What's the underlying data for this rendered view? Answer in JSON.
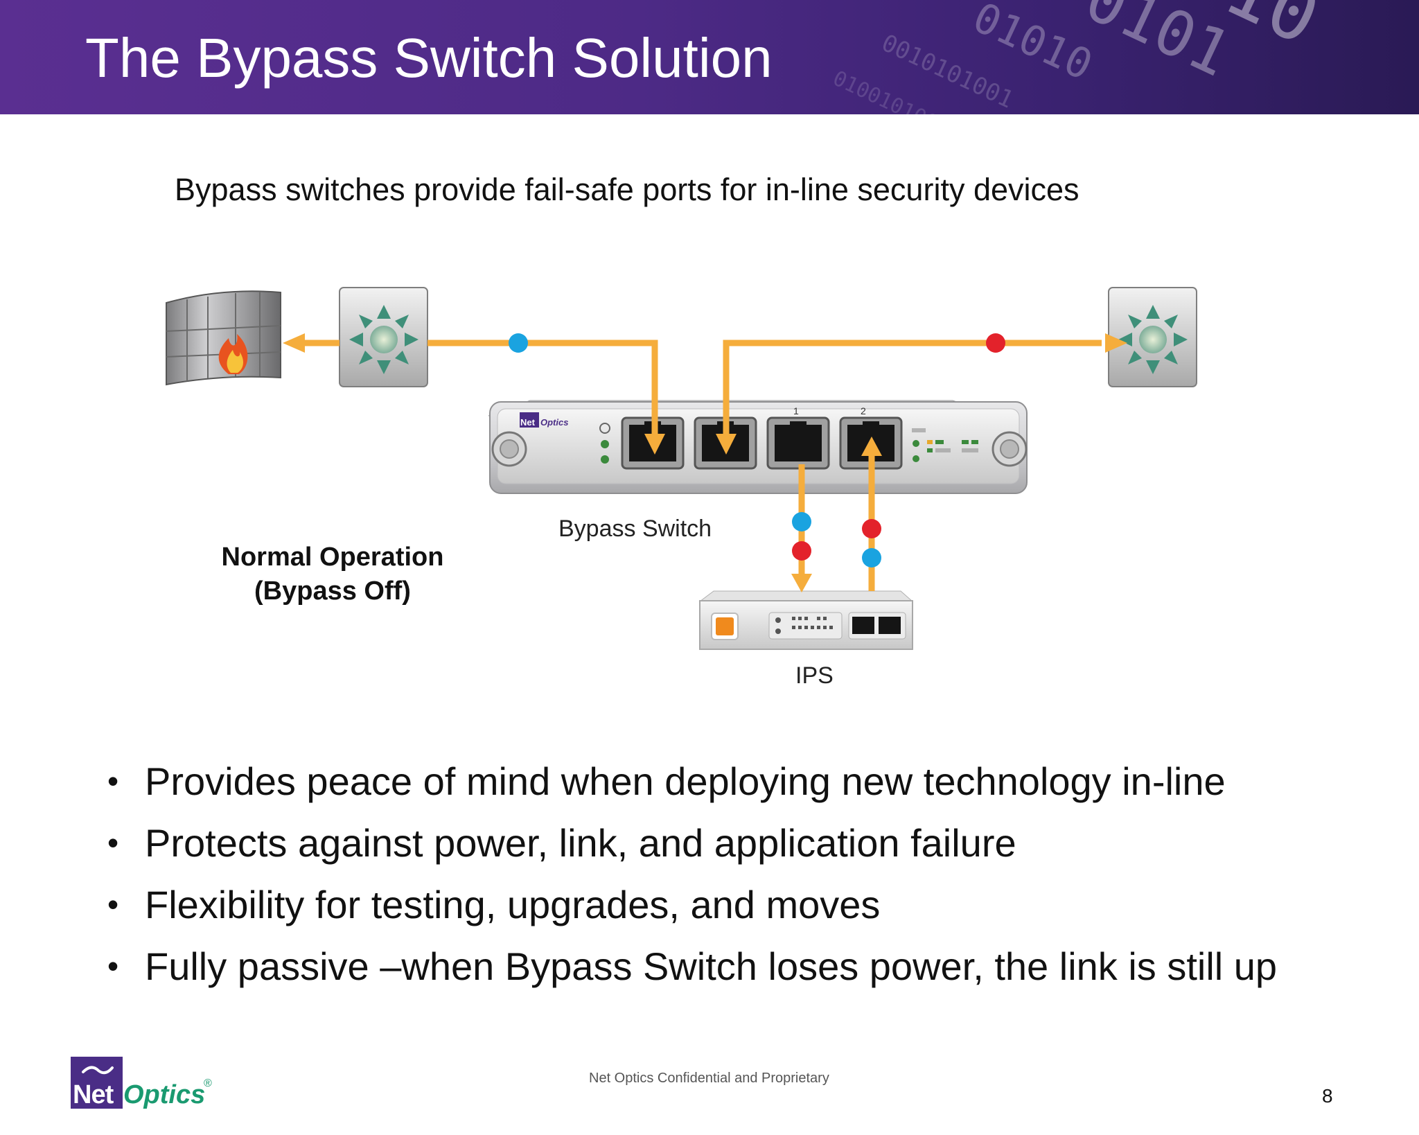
{
  "header": {
    "title": "The Bypass Switch Solution"
  },
  "subtitle": "Bypass switches provide fail-safe ports for in-line security devices",
  "diagram": {
    "bypass_switch_label": "Bypass Switch",
    "ips_label": "IPS",
    "mode_label_line1": "Normal Operation",
    "mode_label_line2": "(Bypass Off)",
    "port_numbers": [
      "1",
      "2"
    ],
    "device_brand_net": "Net",
    "device_brand_optics": "Optics",
    "colors": {
      "flow_arrow": "#f5ad3c",
      "packet_blue": "#1aa3e0",
      "packet_red": "#e3222b"
    }
  },
  "bullets": [
    "Provides peace of mind when deploying new technology in-line",
    "Protects against power, link, and application failure",
    "Flexibility for testing, upgrades, and moves",
    "Fully passive –when Bypass Switch loses power, the link is still up"
  ],
  "footer": {
    "confidential": "Net Optics Confidential and Proprietary",
    "page_number": "8",
    "logo_net": "Net",
    "logo_optics": "Optics",
    "logo_reg": "®"
  }
}
